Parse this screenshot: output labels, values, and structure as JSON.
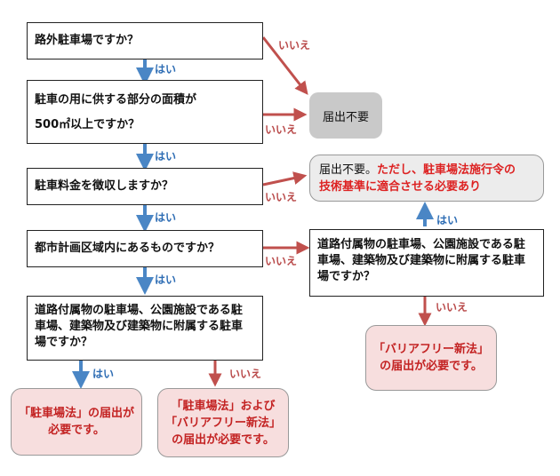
{
  "questions": {
    "q1": "路外駐車場ですか？",
    "q2_line1": "駐車の用に供する部分の面積が",
    "q2_line2": "500㎡以上ですか？",
    "q3": "駐車料金を徴収しますか？",
    "q4": "都市計画区域内にあるものですか？",
    "q5_line1": "道路付属物の駐車場、公園施設である駐",
    "q5_line2": "車場、建築物及び建築物に附属する駐車",
    "q5_line3": "場ですか？",
    "q6_line1": "道路付属物の駐車場、公園施設である駐",
    "q6_line2": "車場、建築物及び建築物に附属する駐車",
    "q6_line3": "場ですか？"
  },
  "labels": {
    "yes": "はい",
    "no": "いいえ"
  },
  "results": {
    "not_required": "届出不要",
    "not_required_but_prefix": "届出不要。",
    "not_required_but_red1": "ただし、駐車場法施行令の",
    "not_required_but_red2": "技術基準に適合させる必要あり",
    "parking_law_line1": "「駐車場法」の届出が",
    "parking_law_line2": "必要です。",
    "both_line1": "「駐車場法」および",
    "both_line2": "「バリアフリー新法」",
    "both_line3": "の届出が必要です。",
    "barrier_free_line1": "「バリアフリー新法」",
    "barrier_free_line2": "の届出が必要です。"
  },
  "colors": {
    "yes_arrow": "#4a86c5",
    "no_arrow": "#c0504d",
    "result_text": "#c32222"
  }
}
